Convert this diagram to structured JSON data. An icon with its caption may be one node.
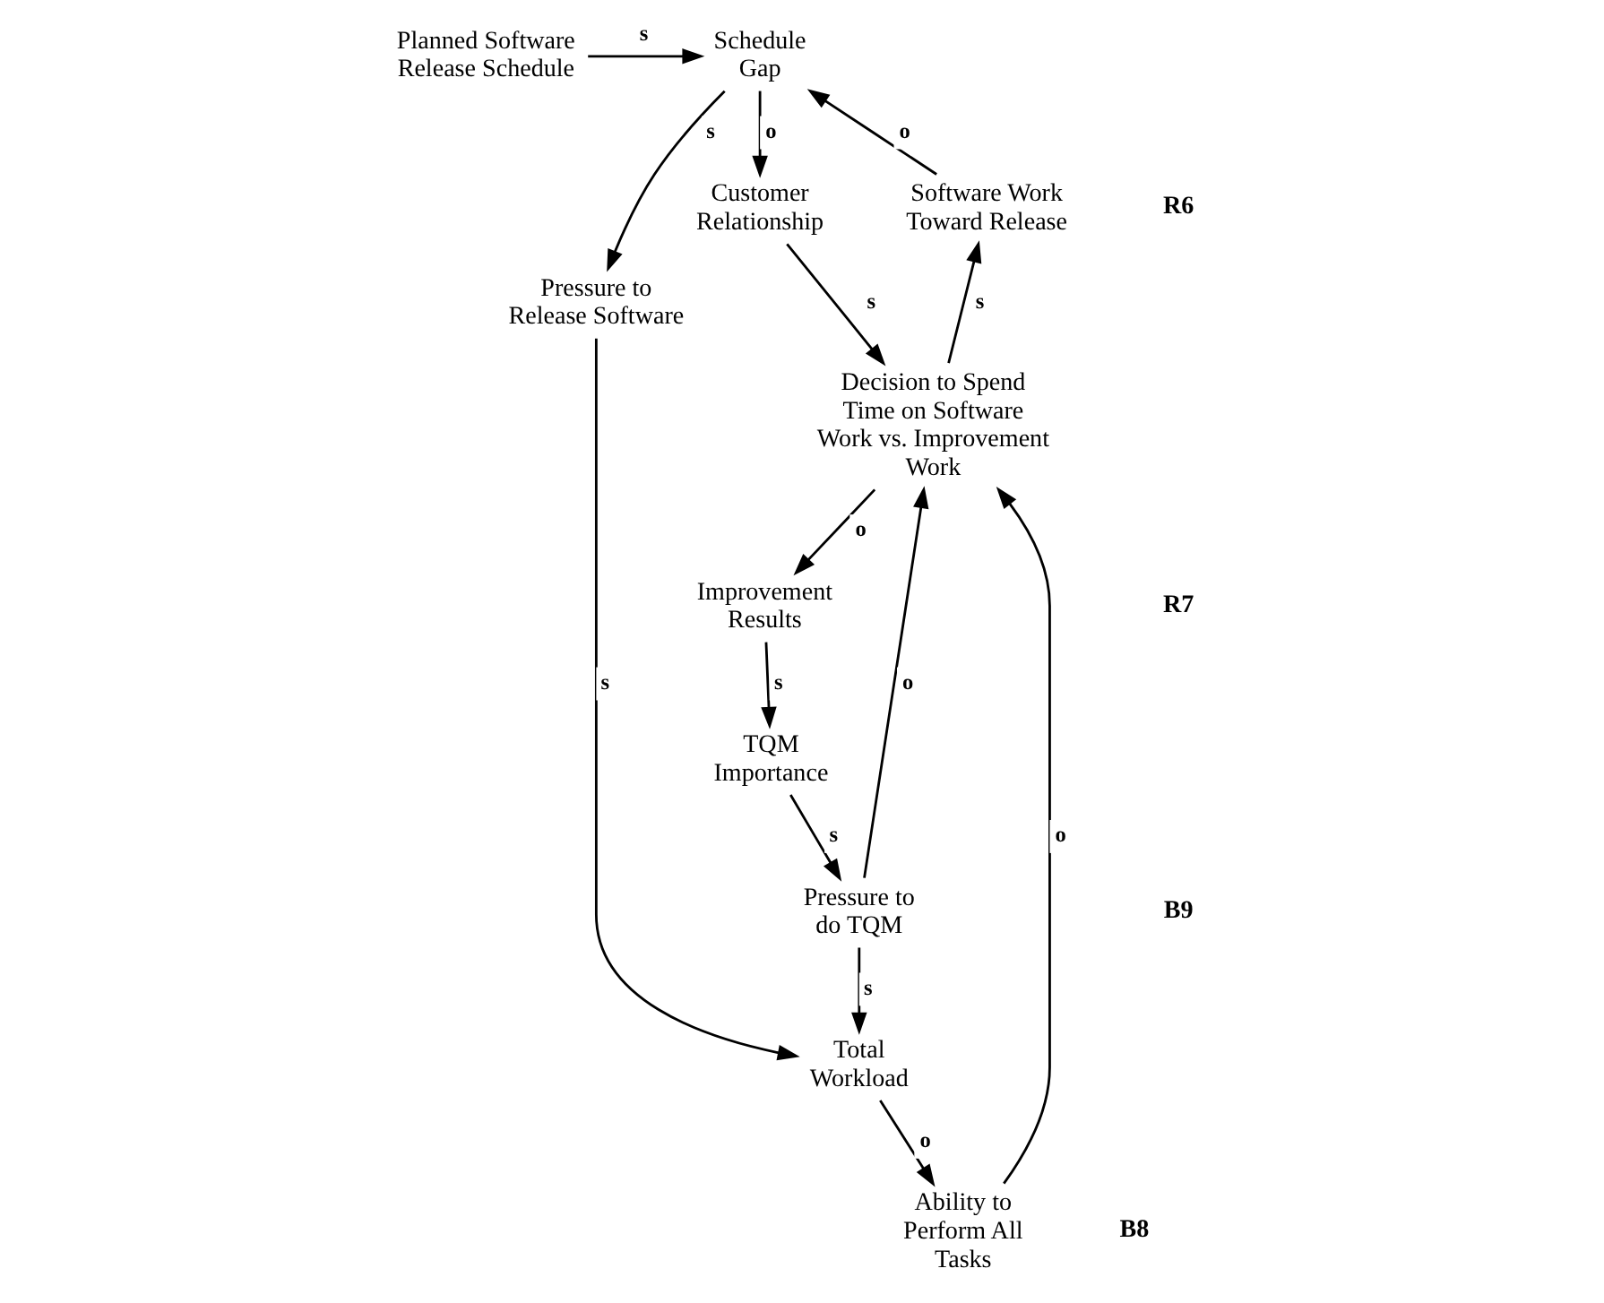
{
  "diagram": {
    "nodes": [
      {
        "text": [
          "Planned Software Release Schedule"
        ]
      },
      {
        "text": [
          "Schedule Gap"
        ]
      },
      {
        "text": [
          "Customer Relationship"
        ]
      },
      {
        "text": [
          "Pressure to Release Software"
        ]
      },
      {
        "text": [
          "Total Workload"
        ]
      },
      {
        "text": [
          "Ability to Perform All Tasks"
        ]
      },
      {
        "text": [
          "Decision to Spend Time on Software Work vs. Improvement Work"
        ]
      },
      {
        "text": [
          "Software Work Toward Release"
        ]
      },
      {
        "text": [
          "Improvement Results"
        ]
      },
      {
        "text": [
          "TQM Importance"
        ]
      },
      {
        "text": [
          "Pressure to do TQM"
        ]
      }
    ],
    "edges": [
      {
        "from": 0,
        "to": 1,
        "arrow": "to",
        "label": "s"
      },
      {
        "from": 1,
        "to": 2,
        "arrow": "to",
        "label": "o"
      },
      {
        "from": 1,
        "to": 3,
        "arrow": "to",
        "label": "s"
      },
      {
        "from": 3,
        "to": 4,
        "arrow": "to",
        "label": "s"
      },
      {
        "from": 4,
        "to": 5,
        "arrow": "to",
        "label": "o"
      },
      {
        "from": 5,
        "to": 6,
        "arrow": "to",
        "label": "o"
      },
      {
        "from": 2,
        "to": 6,
        "arrow": "to",
        "label": "s"
      },
      {
        "from": 6,
        "to": 7,
        "arrow": "to",
        "label": "s"
      },
      {
        "from": 7,
        "to": 1,
        "arrow": "to",
        "label": "o"
      },
      {
        "from": 6,
        "to": 8,
        "arrow": "to",
        "label": "o"
      },
      {
        "from": 8,
        "to": 9,
        "arrow": "to",
        "label": "s"
      },
      {
        "from": 9,
        "to": 10,
        "arrow": "to",
        "label": "s"
      },
      {
        "from": 10,
        "to": 6,
        "arrow": "to",
        "label": "o"
      },
      {
        "from": 10,
        "to": 4,
        "arrow": "to",
        "label": "s"
      }
    ],
    "labels": [
      "R6",
      "B8",
      "B9",
      "R7"
    ]
  }
}
